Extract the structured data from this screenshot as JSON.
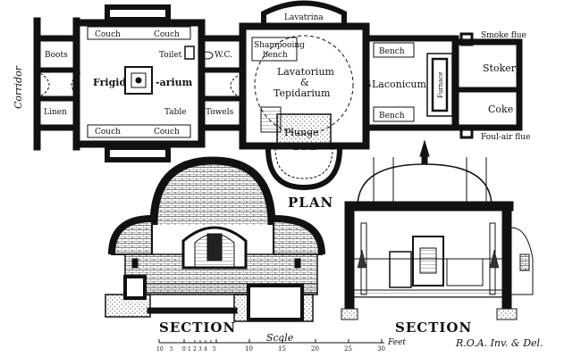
{
  "plan": {
    "title": "Plan",
    "rooms": {
      "corridor": "Corridor",
      "boots": "Boots",
      "linen": "Linen",
      "couch_tl": "Couch",
      "couch_tr": "Couch",
      "couch_bl": "Couch",
      "couch_br": "Couch",
      "frigid": "Frigid",
      "arium": "-arium",
      "toilet": "Toilet",
      "table": "Table",
      "wc": "W.C.",
      "towels": "Towels",
      "lavatrina": "Lavatrina",
      "shampooing_1": "Shampooing",
      "shampooing_2": "bench",
      "lavatorium": "Lavatorium",
      "amp": "&",
      "tepidarium": "Tepidarium",
      "plunge": "Plunge",
      "bath": "Bath",
      "bench_top": "Bench",
      "bench_bottom": "Bench",
      "laconicum": "Laconicum",
      "furnace": "Furnace",
      "stokery": "Stokery",
      "coke": "Coke",
      "smoke_flue": "Smoke flue",
      "foul_air_flue": "Foul-air flue"
    }
  },
  "sections": {
    "left": "Section",
    "right": "Section"
  },
  "scale": {
    "label": "Scale",
    "ticks": [
      "10",
      "5",
      "0",
      "1",
      "2",
      "3",
      "4",
      "5",
      "10",
      "15",
      "20",
      "25",
      "30"
    ],
    "unit": "Feet"
  },
  "credit": "R.O.A. Inv. & Del.",
  "colors": {
    "ink": "#111111",
    "paper": "#ffffff",
    "hatch": "#555555"
  }
}
